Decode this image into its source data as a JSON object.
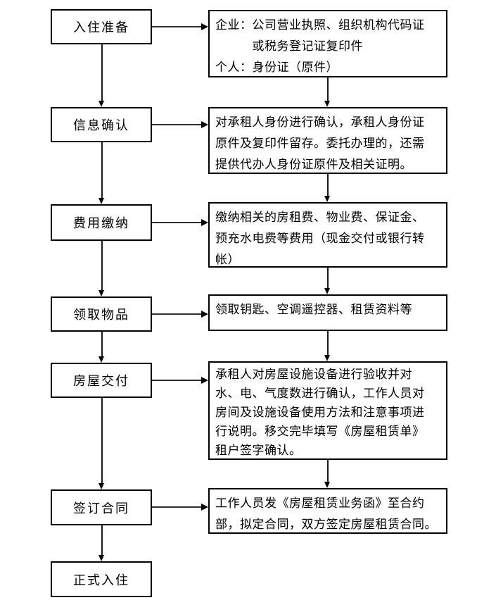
{
  "colors": {
    "box_border": "#000000",
    "arrow": "#000000",
    "background": "#ffffff",
    "text": "#000000"
  },
  "steps": [
    {
      "label": "入住准备",
      "detail": "企业：公司营业执照、组织机构代码证\n　　　或税务登记证复印件\n个人：身份证（原件）"
    },
    {
      "label": "信息确认",
      "detail": "对承租人身份进行确认，承租人身份证\n原件及复印件留存。委托办理的，还需\n提供代办人身份证原件及相关证明。"
    },
    {
      "label": "费用缴纳",
      "detail": "缴纳相关的房租费、物业费、保证金、\n预充水电费等费用（现金交付或银行转\n帐）"
    },
    {
      "label": "领取物品",
      "detail": "领取钥匙、空调遥控器、租赁资料等"
    },
    {
      "label": "房屋交付",
      "detail": "承租人对房屋设施设备进行验收并对\n水、电、气度数进行确认，工作人员对\n房间及设施设备使用方法和注意事项进\n行说明。移交完毕填写《房屋租赁单》\n租户签字确认。"
    },
    {
      "label": "签订合同",
      "detail": "工作人员发《房屋租赁业务函》至合约\n部，拟定合同，双方签定房屋租赁合同。"
    },
    {
      "label": "正式入住"
    }
  ]
}
